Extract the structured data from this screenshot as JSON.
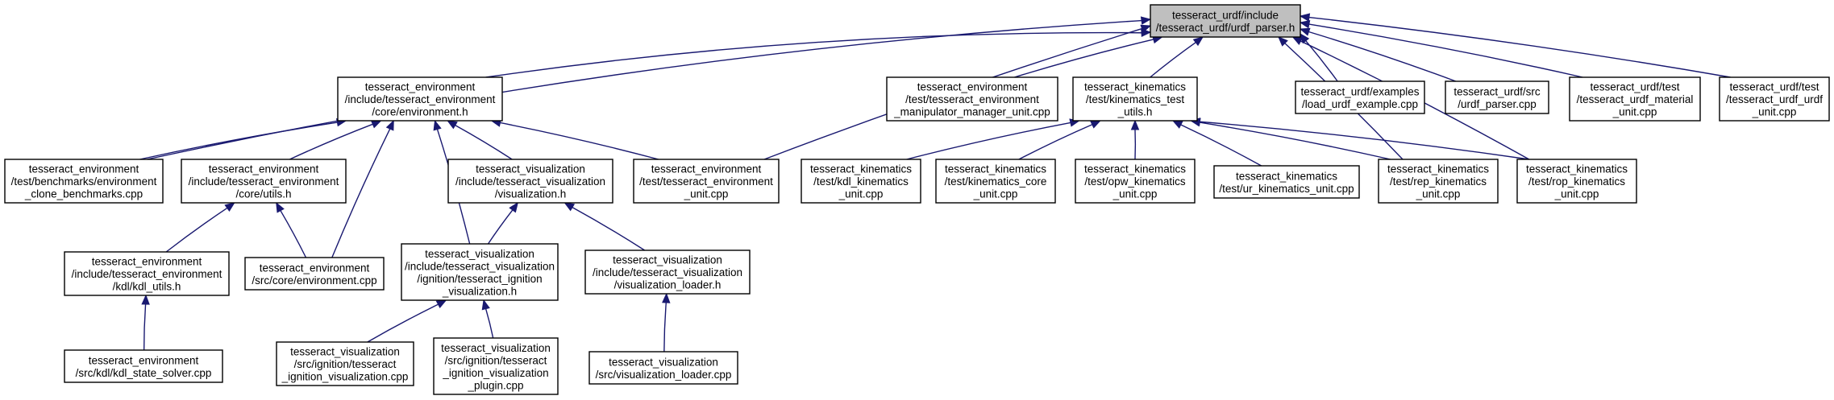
{
  "graph": {
    "edge_color": "#191970",
    "root_fill": "#bfbfbf",
    "node_fill": "#ffffff",
    "nodes": [
      {
        "id": "n0",
        "root": true,
        "lines": [
          "tesseract_urdf/include",
          "/tesseract_urdf/urdf_parser.h"
        ]
      },
      {
        "id": "n1",
        "lines": [
          "tesseract_environment",
          "/include/tesseract_environment",
          "/core/environment.h"
        ]
      },
      {
        "id": "n2",
        "lines": [
          "tesseract_environment",
          "/test/benchmarks/environment",
          "_clone_benchmarks.cpp"
        ]
      },
      {
        "id": "n3",
        "lines": [
          "tesseract_environment",
          "/include/tesseract_environment",
          "/core/utils.h"
        ]
      },
      {
        "id": "n4",
        "lines": [
          "tesseract_environment",
          "/include/tesseract_environment",
          "/kdl/kdl_utils.h"
        ]
      },
      {
        "id": "n5",
        "lines": [
          "tesseract_environment",
          "/src/kdl/kdl_state_solver.cpp"
        ]
      },
      {
        "id": "n6",
        "lines": [
          "tesseract_environment",
          "/src/core/environment.cpp"
        ]
      },
      {
        "id": "n7",
        "lines": [
          "tesseract_visualization",
          "/include/tesseract_visualization",
          "/visualization.h"
        ]
      },
      {
        "id": "n8",
        "lines": [
          "tesseract_visualization",
          "/include/tesseract_visualization",
          "/ignition/tesseract_ignition",
          "_visualization.h"
        ]
      },
      {
        "id": "n9",
        "lines": [
          "tesseract_visualization",
          "/src/ignition/tesseract",
          "_ignition_visualization.cpp"
        ]
      },
      {
        "id": "n10",
        "lines": [
          "tesseract_visualization",
          "/src/ignition/tesseract",
          "_ignition_visualization",
          "_plugin.cpp"
        ]
      },
      {
        "id": "n11",
        "lines": [
          "tesseract_visualization",
          "/include/tesseract_visualization",
          "/visualization_loader.h"
        ]
      },
      {
        "id": "n12",
        "lines": [
          "tesseract_visualization",
          "/src/visualization_loader.cpp"
        ]
      },
      {
        "id": "n13",
        "lines": [
          "tesseract_environment",
          "/test/tesseract_environment",
          "_unit.cpp"
        ]
      },
      {
        "id": "n14",
        "lines": [
          "tesseract_environment",
          "/test/tesseract_environment",
          "_manipulator_manager_unit.cpp"
        ]
      },
      {
        "id": "n15",
        "lines": [
          "tesseract_kinematics",
          "/test/kinematics_test",
          "_utils.h"
        ]
      },
      {
        "id": "n16",
        "lines": [
          "tesseract_kinematics",
          "/test/kdl_kinematics",
          "_unit.cpp"
        ]
      },
      {
        "id": "n17",
        "lines": [
          "tesseract_kinematics",
          "/test/kinematics_core",
          "_unit.cpp"
        ]
      },
      {
        "id": "n18",
        "lines": [
          "tesseract_kinematics",
          "/test/opw_kinematics",
          "_unit.cpp"
        ]
      },
      {
        "id": "n19",
        "lines": [
          "tesseract_kinematics",
          "/test/ur_kinematics_unit.cpp"
        ]
      },
      {
        "id": "n20",
        "lines": [
          "tesseract_kinematics",
          "/test/rep_kinematics",
          "_unit.cpp"
        ]
      },
      {
        "id": "n21",
        "lines": [
          "tesseract_kinematics",
          "/test/rop_kinematics",
          "_unit.cpp"
        ]
      },
      {
        "id": "n22",
        "lines": [
          "tesseract_urdf/examples",
          "/load_urdf_example.cpp"
        ]
      },
      {
        "id": "n23",
        "lines": [
          "tesseract_urdf/src",
          "/urdf_parser.cpp"
        ]
      },
      {
        "id": "n24",
        "lines": [
          "tesseract_urdf/test",
          "/tesseract_urdf_material",
          "_unit.cpp"
        ]
      },
      {
        "id": "n25",
        "lines": [
          "tesseract_urdf/test",
          "/tesseract_urdf_urdf",
          "_unit.cpp"
        ]
      }
    ],
    "edges": [
      [
        "n0",
        "n1"
      ],
      [
        "n0",
        "n2"
      ],
      [
        "n0",
        "n13"
      ],
      [
        "n0",
        "n14"
      ],
      [
        "n0",
        "n15"
      ],
      [
        "n0",
        "n20"
      ],
      [
        "n0",
        "n21"
      ],
      [
        "n0",
        "n22"
      ],
      [
        "n0",
        "n23"
      ],
      [
        "n0",
        "n24"
      ],
      [
        "n0",
        "n25"
      ],
      [
        "n1",
        "n2"
      ],
      [
        "n1",
        "n3"
      ],
      [
        "n1",
        "n6"
      ],
      [
        "n1",
        "n7"
      ],
      [
        "n1",
        "n8"
      ],
      [
        "n1",
        "n13"
      ],
      [
        "n3",
        "n4"
      ],
      [
        "n3",
        "n6"
      ],
      [
        "n4",
        "n5"
      ],
      [
        "n7",
        "n8"
      ],
      [
        "n7",
        "n11"
      ],
      [
        "n8",
        "n9"
      ],
      [
        "n8",
        "n10"
      ],
      [
        "n11",
        "n12"
      ],
      [
        "n15",
        "n16"
      ],
      [
        "n15",
        "n17"
      ],
      [
        "n15",
        "n18"
      ],
      [
        "n15",
        "n19"
      ],
      [
        "n15",
        "n20"
      ],
      [
        "n15",
        "n21"
      ]
    ]
  }
}
